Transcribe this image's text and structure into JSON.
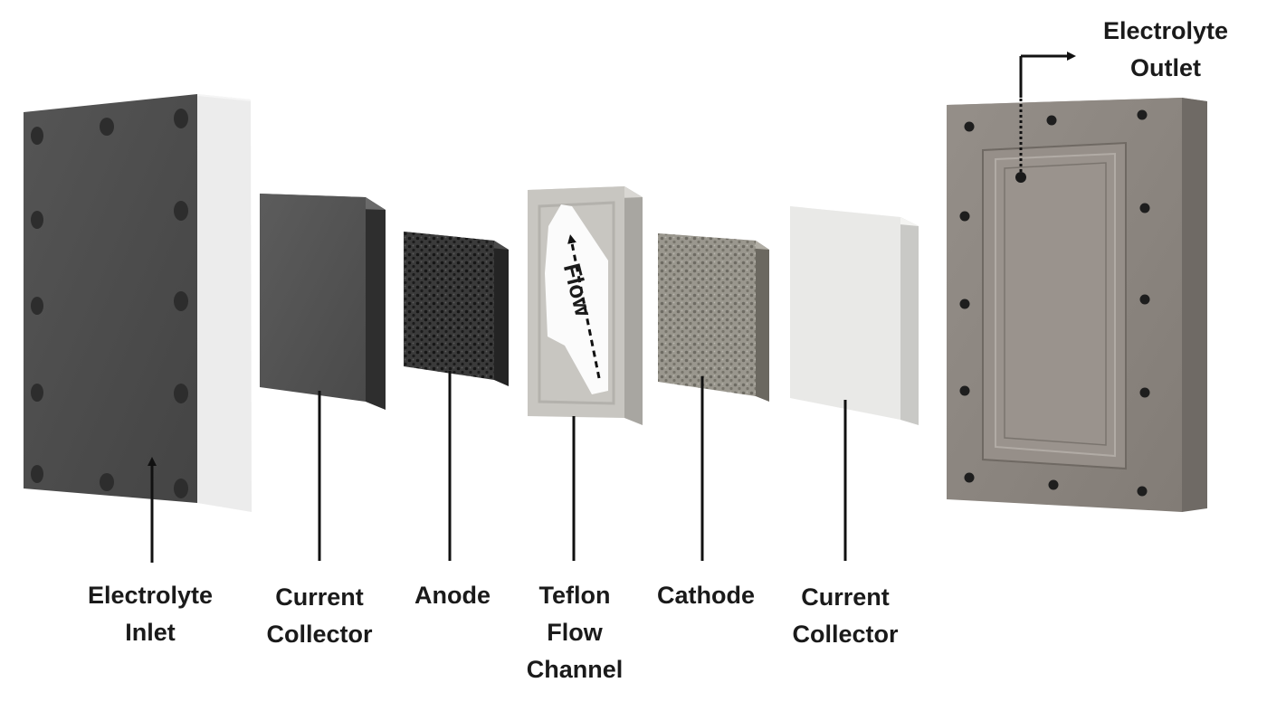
{
  "components": {
    "inlet_plate": {
      "label": [
        "Electrolyte",
        "Inlet"
      ],
      "color": "#4d4d4d"
    },
    "current_collector_left": {
      "label": [
        "Current",
        "Collector"
      ],
      "color": "#505050"
    },
    "anode": {
      "label": [
        "Anode"
      ],
      "color": "#2f2f2f"
    },
    "teflon_flow_channel": {
      "label": [
        "Teflon",
        "Flow",
        "Channel"
      ],
      "color": "#c4c2bd",
      "flow_text": "Flow"
    },
    "cathode": {
      "label": [
        "Cathode"
      ],
      "color": "#8a877e"
    },
    "current_collector_right": {
      "label": [
        "Current",
        "Collector"
      ],
      "color": "#e8e8e6"
    },
    "outlet_plate": {
      "label": [
        "Electrolyte",
        "Outlet"
      ],
      "color": "#8c8680"
    }
  },
  "colors": {
    "label_text": "#1a1a1a",
    "leader_line": "#111111",
    "background": "#ffffff"
  }
}
